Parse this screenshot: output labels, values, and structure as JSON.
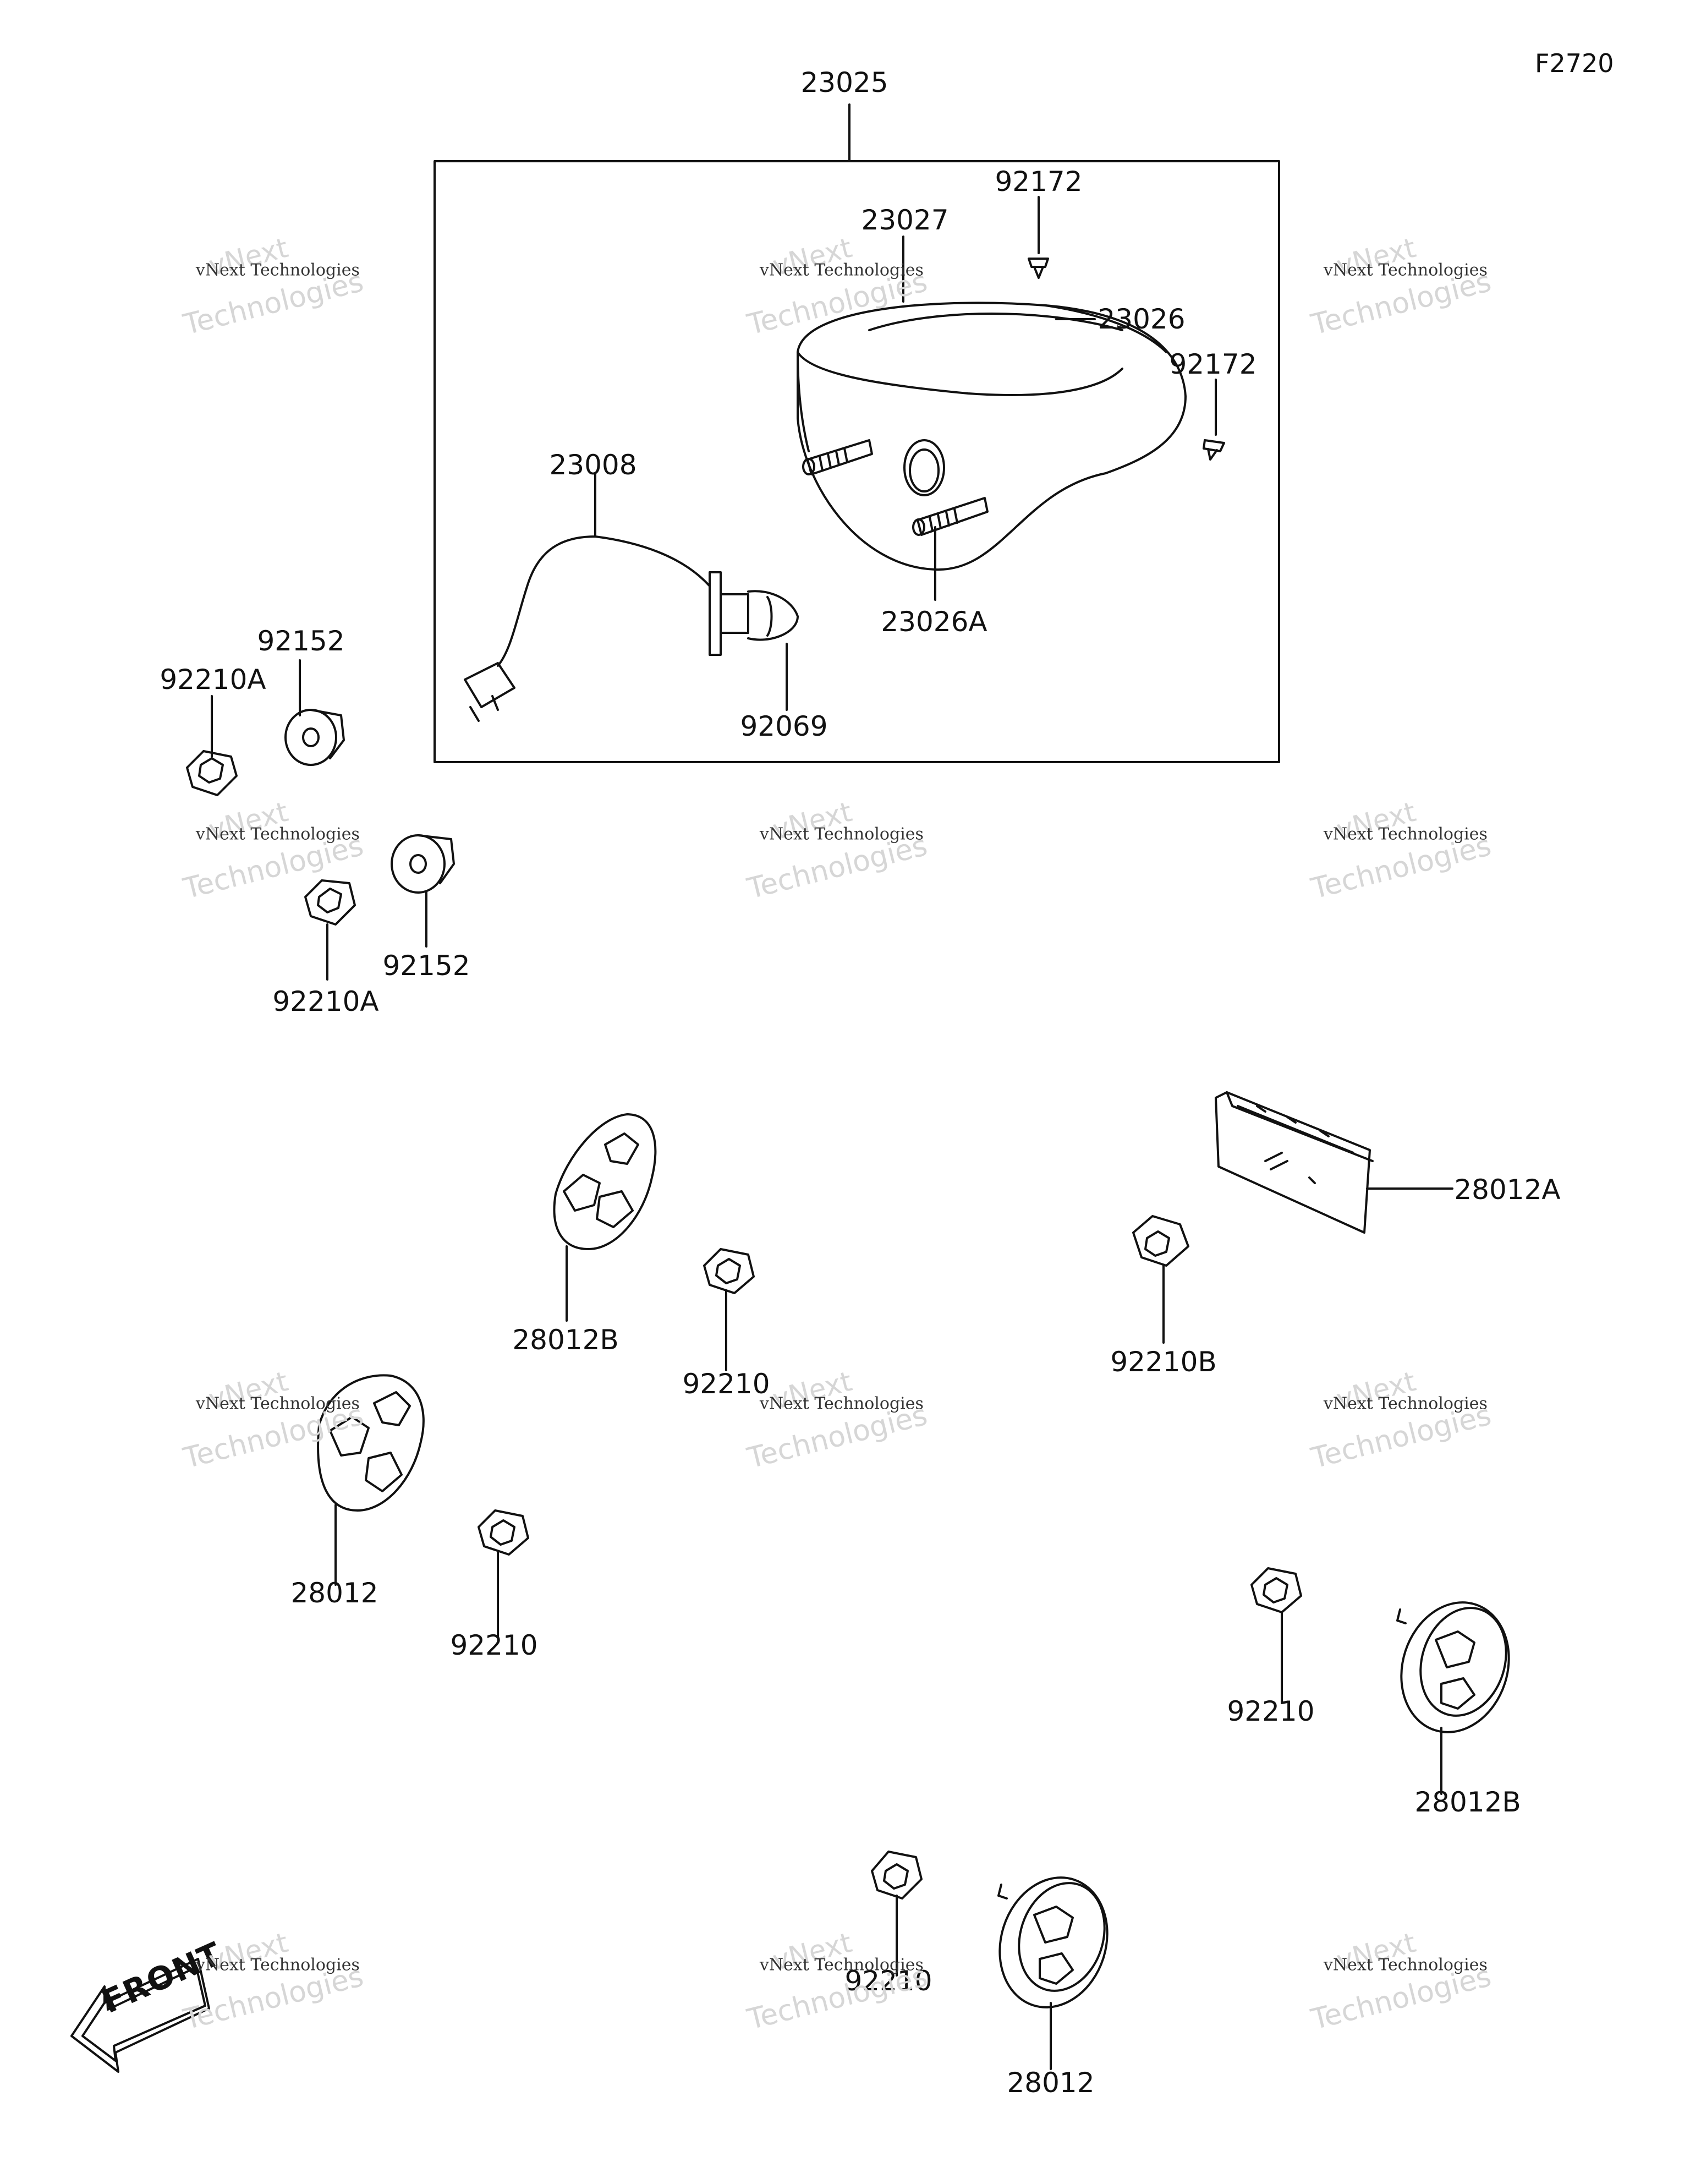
{
  "figure_code": "F2720",
  "labels": {
    "assembly": "23025",
    "lens": "23027",
    "screw_top": "92172",
    "housing": "23026",
    "screw_right": "92172",
    "wiring": "23008",
    "stud": "23026A",
    "bulb": "92069",
    "damper_1": "92152",
    "nut_1": "92210A",
    "damper_2": "92152",
    "nut_2": "92210A",
    "reflector_plate": "28012A",
    "nut_b": "92210B",
    "reflector_b1": "28012B",
    "nut_3": "92210",
    "reflector_1": "28012",
    "nut_4": "92210",
    "nut_5": "92210",
    "reflector_b2": "28012B",
    "nut_6": "92210",
    "reflector_2": "28012"
  },
  "front_arrow": "FRONT",
  "watermark": {
    "line1": "vNext",
    "line2": "vNext Technologies",
    "line3": "Technologies"
  }
}
